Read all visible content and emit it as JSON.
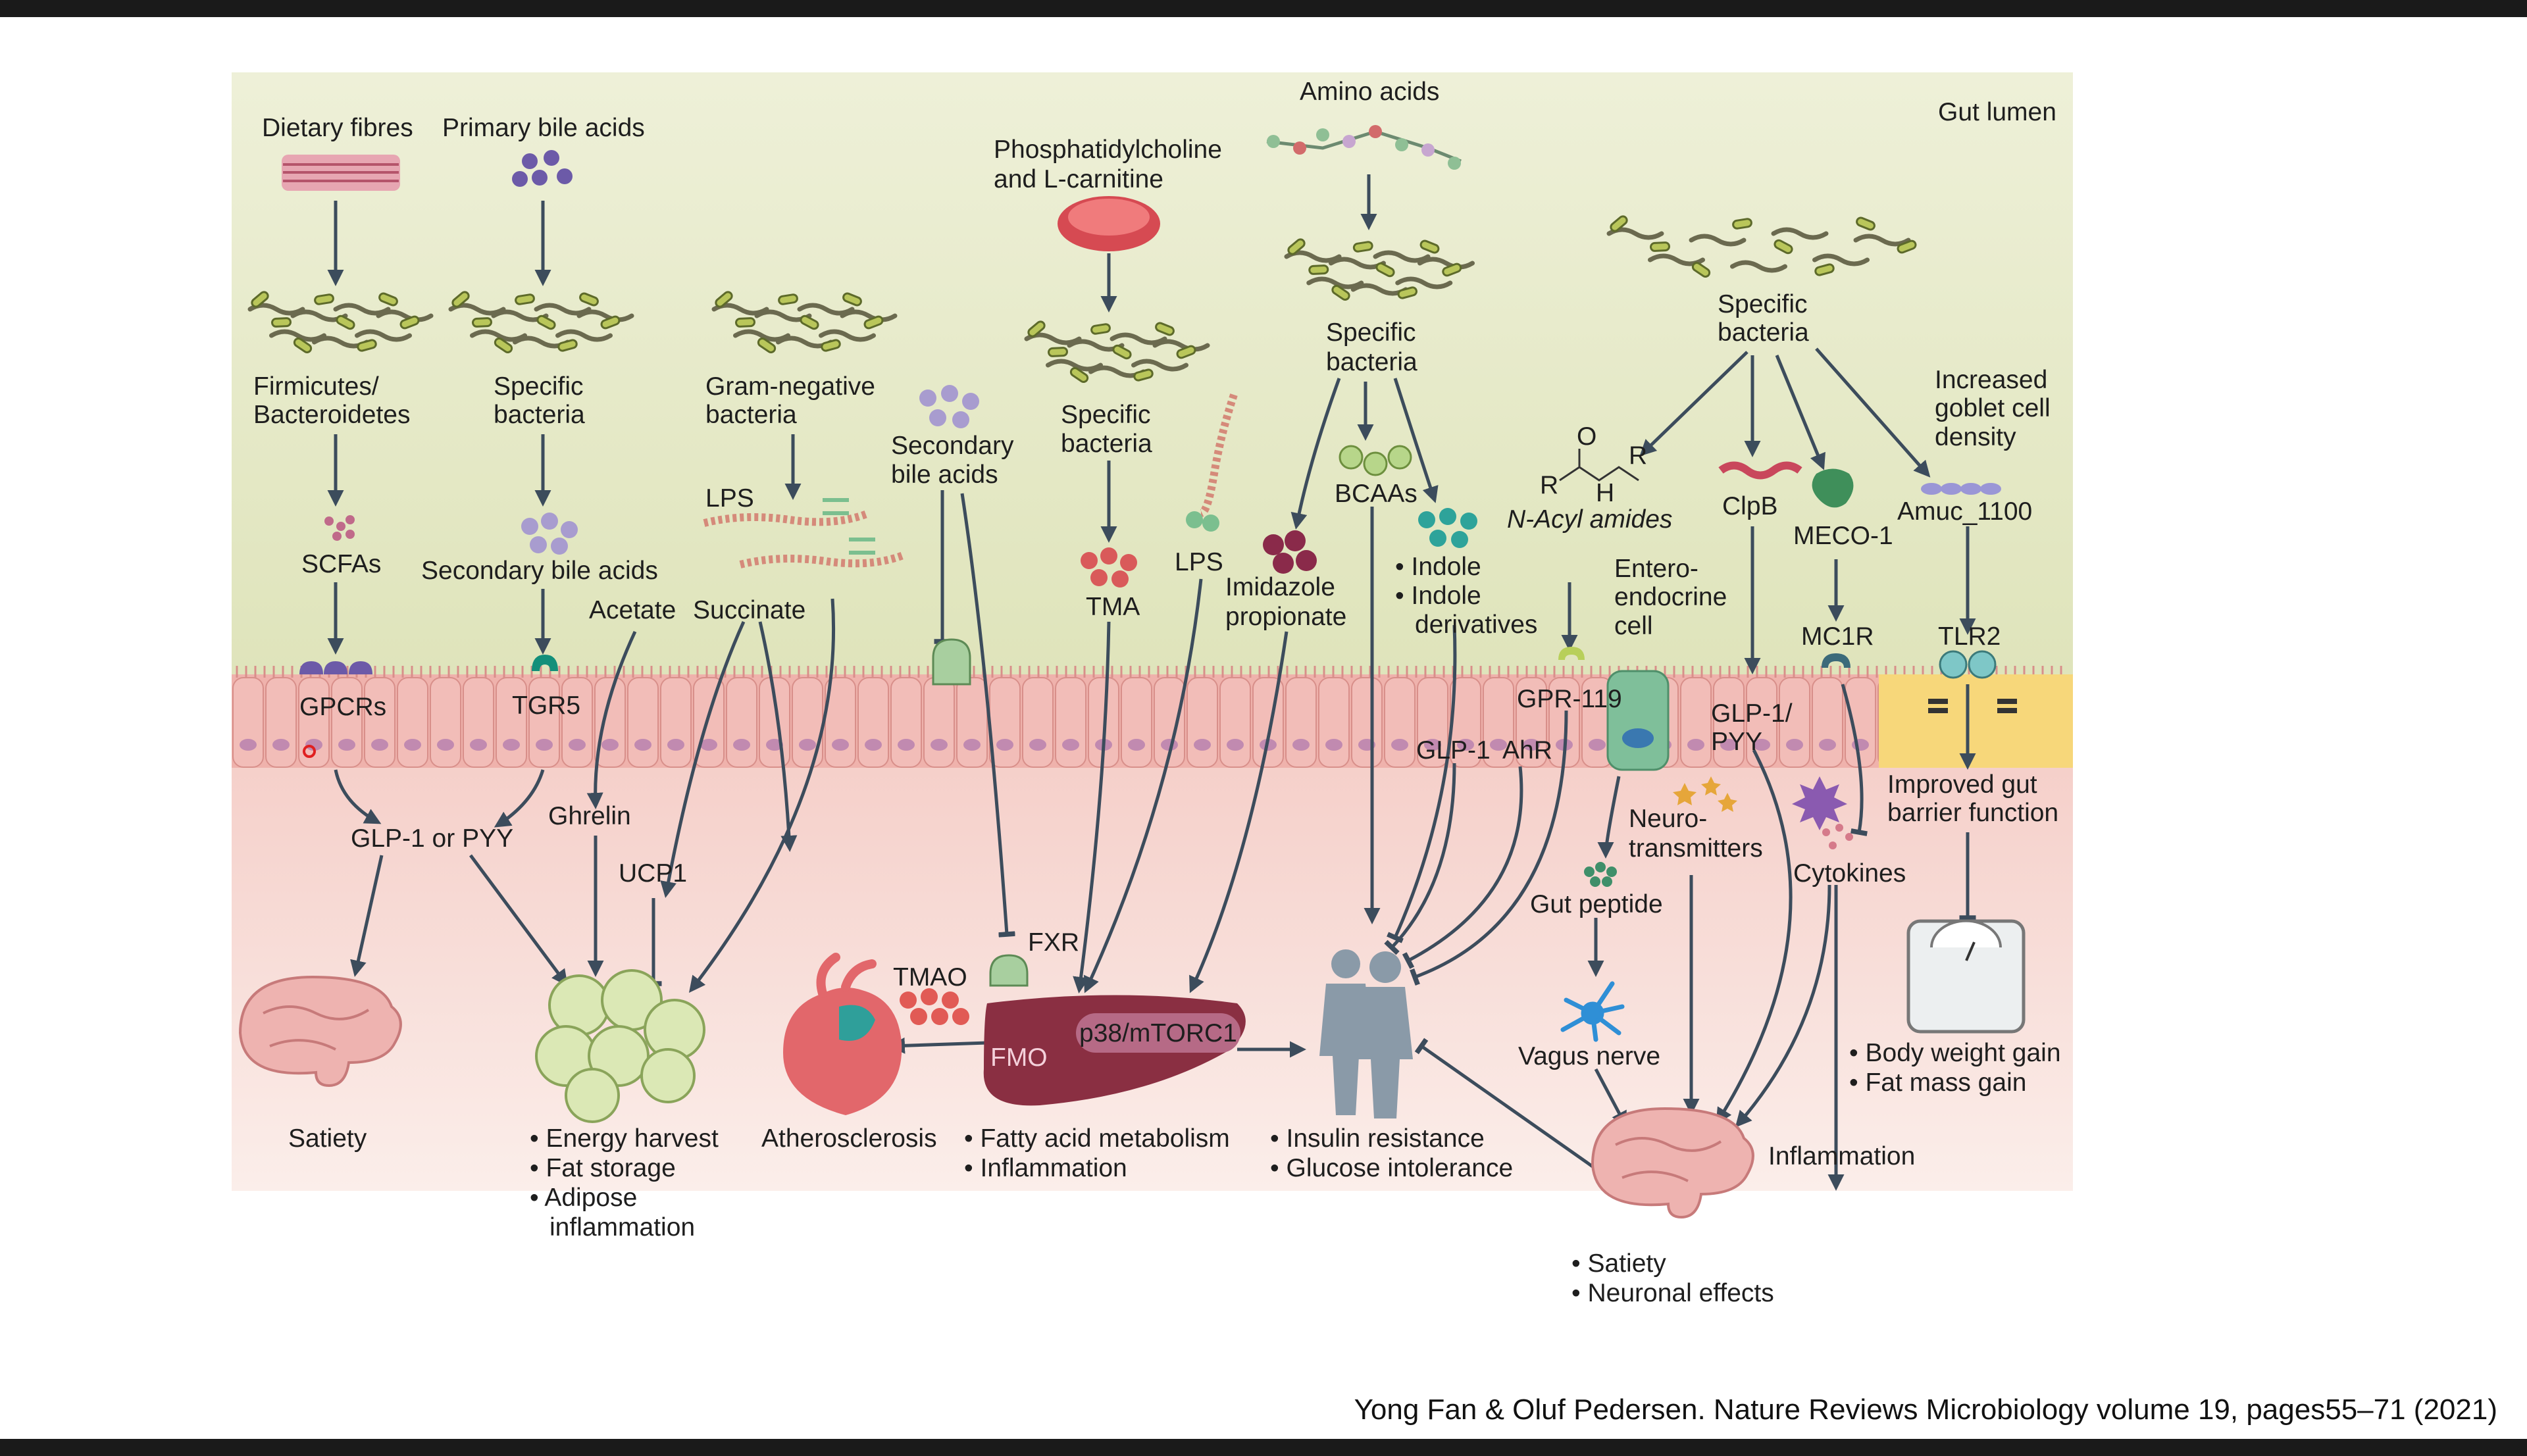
{
  "diagram": {
    "region_label": "Gut lumen",
    "inputs": {
      "dietary_fibres": "Dietary fibres",
      "primary_bile_acids": "Primary bile acids",
      "pc_line1": "Phosphatidylcholine",
      "pc_line2": "and L-carnitine",
      "amino_acids": "Amino acids"
    },
    "bacteria": {
      "firmicutes_1": "Firmicutes/",
      "firmicutes_2": "Bacteroidetes",
      "specific_1": "Specific",
      "specific_2": "bacteria",
      "gram_1": "Gram-negative",
      "gram_2": "bacteria"
    },
    "metabolites": {
      "scfas": "SCFAs",
      "secondary_bile_acids": "Secondary bile acids",
      "secondary_1": "Secondary",
      "secondary_2": "bile acids",
      "lps": "LPS",
      "tma": "TMA",
      "acetate": "Acetate",
      "succinate": "Succinate",
      "imidazole_1": "Imidazole",
      "imidazole_2": "propionate",
      "bcaas": "BCAAs",
      "indole": "• Indole",
      "indole_der_1": "• Indole",
      "indole_der_2": "derivatives",
      "n_acyl": "N-Acyl amides",
      "clpb": "ClpB",
      "meco": "MECO-1",
      "amuc": "Amuc_1100",
      "goblet_1": "Increased",
      "goblet_2": "goblet cell",
      "goblet_3": "density",
      "entero_1": "Entero-",
      "entero_2": "endocrine",
      "entero_3": "cell"
    },
    "receptors": {
      "gpcrs": "GPCRs",
      "tgr5": "TGR5",
      "gpr119": "GPR-119",
      "glp1": "GLP-1",
      "ahr": "AhR",
      "glp1_pyy_1": "GLP-1/",
      "glp1_pyy_2": "PYY",
      "mc1r": "MC1R",
      "tlr2": "TLR2",
      "fxr": "FXR"
    },
    "host": {
      "glp1_or_pyy": "GLP-1 or PYY",
      "ghrelin": "Ghrelin",
      "ucp1": "UCP1",
      "tmao": "TMAO",
      "fmo": "FMO",
      "p38": "p38/mTORC1",
      "gut_peptide": "Gut peptide",
      "neuro_1": "Neuro-",
      "neuro_2": "transmitters",
      "cytokines": "Cytokines",
      "vagus": "Vagus nerve",
      "barrier_1": "Improved gut",
      "barrier_2": "barrier function"
    },
    "outcomes": {
      "satiety": "Satiety",
      "energy": "• Energy harvest",
      "fat_storage": "• Fat storage",
      "adipose_1": "• Adipose",
      "adipose_2": "inflammation",
      "atherosclerosis": "Atherosclerosis",
      "fatty_acid": "• Fatty acid metabolism",
      "inflammation_b": "• Inflammation",
      "insulin": "• Insulin resistance",
      "glucose": "• Glucose intolerance",
      "inflammation": "Inflammation",
      "satiety_b": "• Satiety",
      "neuronal": "• Neuronal effects",
      "weight": "• Body weight gain",
      "fat_mass": "• Fat mass gain"
    }
  },
  "caption": "Yong Fan & Oluf Pedersen. Nature Reviews Microbiology volume 19, pages55–71 (2021)",
  "colors": {
    "lumen": "#e6e9c8",
    "epithelium": "#f0b8b3",
    "lamina": "#f7d6d1",
    "arrow": "#3c4c5c"
  }
}
